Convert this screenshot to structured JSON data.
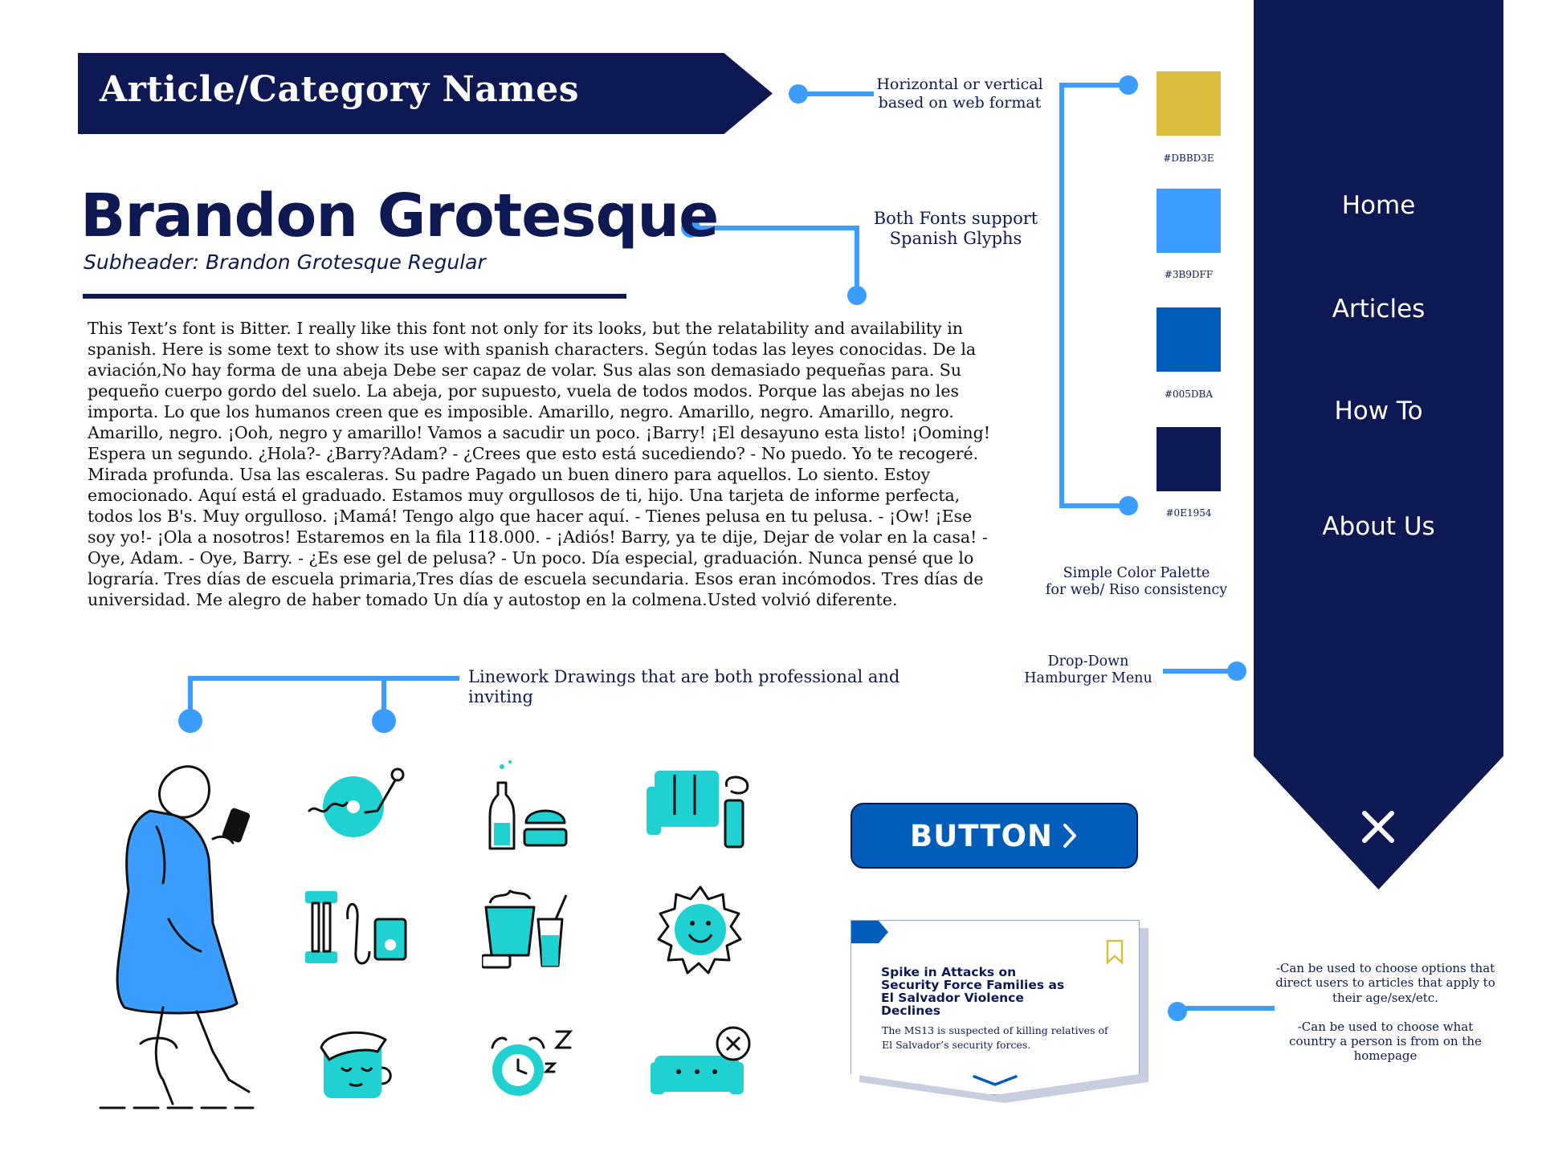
{
  "banner": {
    "title": "Article/Category Names"
  },
  "notes": {
    "banner_format": [
      "Horizontal or vertical",
      "based on web format"
    ],
    "fonts_support": [
      "Both Fonts support",
      "Spanish Glyphs"
    ],
    "palette": [
      "Simple Color Palette",
      "for web/ Riso consistency"
    ],
    "linework": "Linework Drawings that are both professional and inviting",
    "dropdown": [
      "Drop-Down",
      "Hamburger Menu"
    ],
    "card_usage": [
      "-Can be used to choose options that",
      "direct users to articles that apply to",
      "their age/sex/etc.",
      "-Can be used to choose what",
      "country a person is from on the",
      "homepage"
    ]
  },
  "typography": {
    "title": "Brandon Grotesque",
    "subheader": "Subheader: Brandon Grotesque Regular",
    "body": "This Text’s font is Bitter. I really like this font not only for its looks, but the relatability and availability in spanish. Here is some text to show its use with spanish characters. Según todas las leyes conocidas. De la aviación,No hay forma de una abeja Debe ser capaz de volar. Sus alas son demasiado pequeñas para. Su pequeño cuerpo gordo del suelo. La abeja, por supuesto, vuela de todos modos. Porque las abejas no les importa. Lo que los humanos creen que es imposible. Amarillo, negro. Amarillo, negro. Amarillo, negro. Amarillo, negro. ¡Ooh, negro y amarillo! Vamos a sacudir un poco. ¡Barry! ¡El desayuno esta listo! ¡Ooming! Espera un segundo. ¿Hola?- ¿Barry?Adam? - ¿Crees que esto está sucediendo? - No puedo. Yo te recogeré. Mirada profunda. Usa las escaleras. Su padre Pagado un buen dinero para aquellos. Lo siento. Estoy emocionado. Aquí está el graduado. Estamos muy orgullosos de ti, hijo. Una tarjeta de informe perfecta, todos los B's. Muy orgulloso. ¡Mamá! Tengo algo que hacer aquí. - Tienes pelusa en tu pelusa. - ¡Ow! ¡Ese soy yo!- ¡Ola a nosotros! Estaremos en la fila 118.000. - ¡Adiós! Barry, ya te dije, Dejar de volar en la casa! - Oye, Adam. - Oye, Barry. - ¿Es ese gel de pelusa? - Un poco. Día especial, graduación. Nunca pensé que lo lograría. Tres días de escuela primaria,Tres días de escuela secundaria. Esos eran incómodos. Tres días de universidad. Me alegro de haber tomado Un día y autostop en la colmena.Usted volvió diferente."
  },
  "palette": [
    {
      "hex": "#DBBD3E",
      "label": "#DBBD3E"
    },
    {
      "hex": "#3B9DFF",
      "label": "#3B9DFF"
    },
    {
      "hex": "#005DBA",
      "label": "#005DBA"
    },
    {
      "hex": "#0E1954",
      "label": "#0E1954"
    }
  ],
  "nav": {
    "items": [
      "Home",
      "Articles",
      "How To",
      "About Us"
    ],
    "close_icon": "close-icon"
  },
  "button": {
    "label": "BUTTON",
    "icon": "chevron-right-icon"
  },
  "card": {
    "title": "Spike in Attacks on Security Force Families as El Salvador Violence Declines",
    "description": "The MS13 is suspected of killing relatives of El Salvador’s  security forces.",
    "bookmark_icon": "bookmark-icon",
    "expand_icon": "chevron-down-icon"
  },
  "colors": {
    "navy": "#0E1954",
    "connector": "#3B9DFF",
    "icon_teal": "#1FD1D1",
    "icon_blue": "#3B9DFF"
  },
  "icons": [
    "person-with-phone-illustration",
    "record-player-icon",
    "bottle-burger-icon",
    "sofa-lamp-icon",
    "dumbbell-music-player-icon",
    "popcorn-drink-icon",
    "smiling-sun-icon",
    "face-icon",
    "alarm-clock-sleep-icon",
    "couch-icon"
  ]
}
